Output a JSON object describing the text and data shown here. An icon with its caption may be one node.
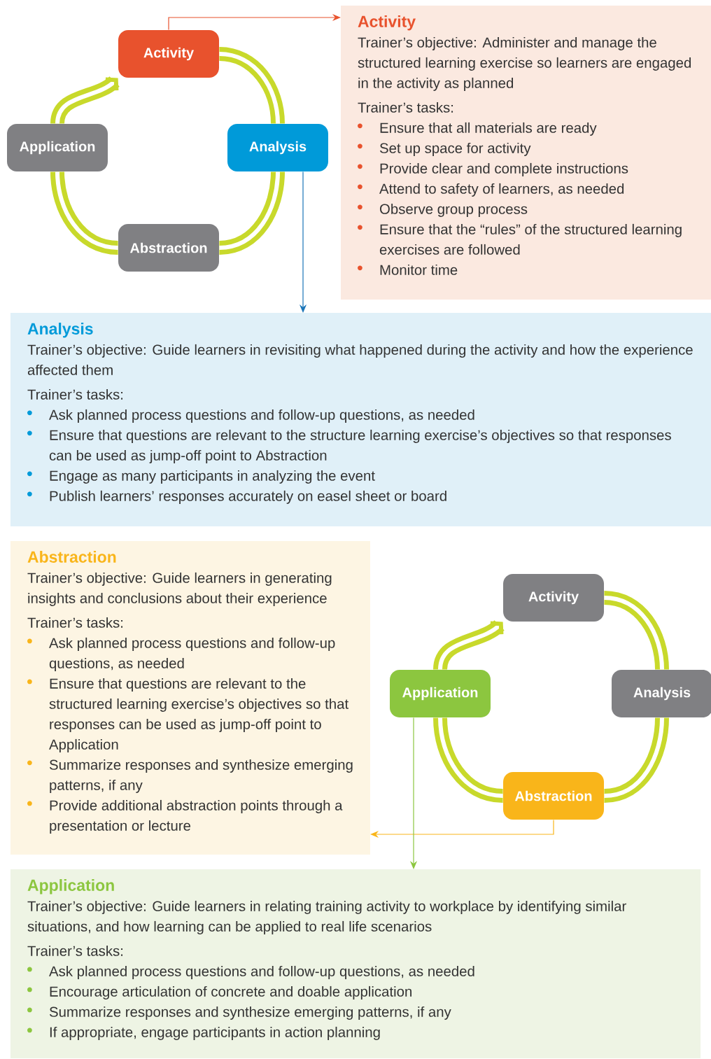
{
  "diagram": {
    "nodes": [
      {
        "text": [
          "Activity"
        ]
      },
      {
        "text": [
          "Analysis"
        ]
      },
      {
        "text": [
          "Abstraction"
        ]
      },
      {
        "text": [
          "Application"
        ]
      },
      {
        "text": [
          "Activity",
          "Trainer’s objective: Administer and manage the structured learning exercise so learners are engaged in the activity as planned",
          "Trainer’s tasks:",
          "Ensure that all materials are ready",
          "Set up space for activity",
          "Provide clear and complete instructions",
          "Attend to safety of learners, as needed",
          "Observe group process",
          "Ensure that the “rules” of the structured learning exercises are followed",
          "Monitor time"
        ]
      },
      {
        "text": [
          "Analysis",
          "Trainer’s objective: Guide learners in revisiting what happened during the activity and how the experience affected them",
          "Trainer’s tasks:",
          "Ask planned process questions and follow-up questions, as needed",
          "Ensure that questions are relevant to the structure learning exercise’s objectives so that responses can be used as jump-off point to Abstraction",
          "Engage as many participants in analyzing the event",
          "Publish learners’ responses accurately on easel sheet or board"
        ]
      },
      {
        "text": [
          "Abstraction",
          "Trainer’s objective: Guide learners in generating insights and conclusions about their experience",
          "Trainer’s tasks:",
          "Ask planned process questions and follow-up questions, as needed",
          "Ensure that questions are relevant to the structured learning exercise’s objectives so that responses can be used as jump-off point to Application",
          "Summarize responses and synthesize emerging patterns, if any",
          "Provide additional abstraction points through a presentation or lecture"
        ]
      },
      {
        "text": [
          "Activity"
        ]
      },
      {
        "text": [
          "Application"
        ]
      },
      {
        "text": [
          "Analysis"
        ]
      },
      {
        "text": [
          "Abstraction"
        ]
      },
      {
        "text": [
          "Application",
          "Trainer’s objective: Guide learners in relating training activity to workplace by identifying similar situations, and how learning can be applied to real life scenarios",
          "Trainer’s tasks:",
          "Ask planned process questions and follow-up questions, as needed",
          "Encourage articulation of concrete and doable application",
          "Summarize responses and synthesize emerging patterns, if any",
          "If appropriate, engage participants in action planning"
        ]
      }
    ],
    "edges": [
      {
        "from": 0,
        "to": 1,
        "arrow": "none"
      },
      {
        "from": 1,
        "to": 2,
        "arrow": "none"
      },
      {
        "from": 2,
        "to": 3,
        "arrow": "none"
      },
      {
        "from": 3,
        "to": 0,
        "arrow": "to"
      },
      {
        "from": 0,
        "to": 4,
        "arrow": "to",
        "color": "#e8522d"
      },
      {
        "from": 1,
        "to": 5,
        "arrow": "to",
        "color": "#1a75b8"
      },
      {
        "from": 7,
        "to": 9,
        "arrow": "none"
      },
      {
        "from": 9,
        "to": 10,
        "arrow": "none"
      },
      {
        "from": 10,
        "to": 8,
        "arrow": "none"
      },
      {
        "from": 8,
        "to": 7,
        "arrow": "to"
      },
      {
        "from": 10,
        "to": 6,
        "arrow": "to",
        "color": "#f9b51a"
      },
      {
        "from": 8,
        "to": 11,
        "arrow": "to",
        "color": "#8cc63f"
      }
    ]
  }
}
